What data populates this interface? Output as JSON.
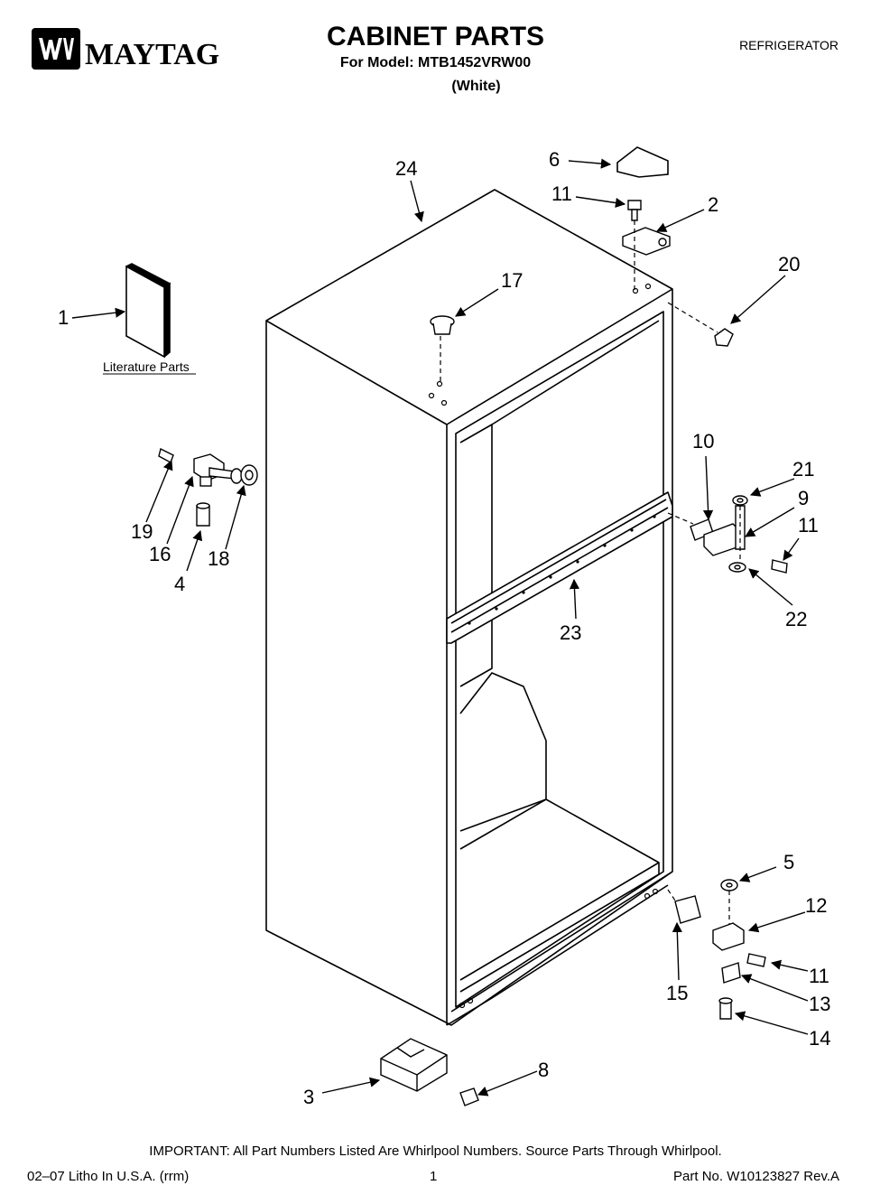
{
  "header": {
    "brand": "MAYTAG",
    "title": "CABINET PARTS",
    "subtitle": "For Model: MTB1452VRW00",
    "color": "(White)",
    "category": "REFRIGERATOR"
  },
  "diagram": {
    "literature_label": "Literature Parts",
    "callouts": {
      "c1": "1",
      "c2": "2",
      "c3": "3",
      "c4": "4",
      "c5": "5",
      "c6": "6",
      "c8": "8",
      "c9": "9",
      "c10": "10",
      "c11a": "11",
      "c11b": "11",
      "c11c": "11",
      "c12": "12",
      "c13": "13",
      "c14": "14",
      "c15": "15",
      "c16": "16",
      "c17": "17",
      "c18": "18",
      "c19": "19",
      "c20": "20",
      "c21": "21",
      "c22": "22",
      "c23": "23",
      "c24": "24"
    }
  },
  "footer": {
    "note": "IMPORTANT: All Part Numbers Listed Are Whirlpool Numbers. Source Parts Through Whirlpool.",
    "litho": "02–07 Litho In U.S.A. (rrm)",
    "page": "1",
    "part_no": "Part No. W10123827 Rev.A"
  }
}
